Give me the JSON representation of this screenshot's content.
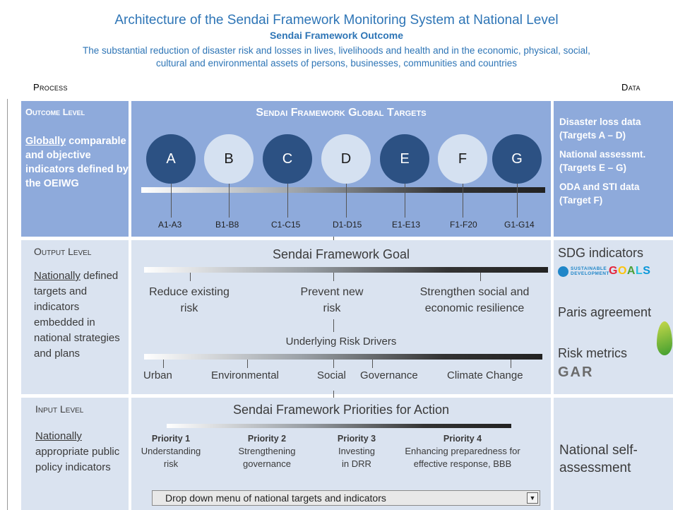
{
  "header": {
    "title": "Architecture of the Sendai Framework Monitoring System at National Level",
    "subtitle": "Sendai Framework Outcome",
    "outcome_line1": "The substantial reduction of disaster risk and losses in lives, livelihoods and health and in the economic, physical, social,",
    "outcome_line2": "cultural and environmental assets of persons, businesses, communities and countries",
    "process_label": "Process",
    "data_label": "Data"
  },
  "outcome": {
    "level_title": "Outcome Level",
    "desc_underlined": "Globally",
    "desc_rest": "comparable and objective indicators defined by the OEIWG",
    "center_title": "Sendai Framework Global Targets",
    "targets": [
      {
        "letter": "A",
        "range": "A1-A3",
        "style": "navy"
      },
      {
        "letter": "B",
        "range": "B1-B8",
        "style": "pale"
      },
      {
        "letter": "C",
        "range": "C1-C15",
        "style": "navy"
      },
      {
        "letter": "D",
        "range": "D1-D15",
        "style": "pale"
      },
      {
        "letter": "E",
        "range": "E1-E13",
        "style": "navy"
      },
      {
        "letter": "F",
        "range": "F1-F20",
        "style": "pale"
      },
      {
        "letter": "G",
        "range": "G1-G14",
        "style": "navy"
      }
    ],
    "data_items": [
      "Disaster loss data (Targets A – D)",
      "National assessmt. (Targets E – G)",
      "ODA and STI data (Target F)"
    ]
  },
  "output": {
    "level_title": "Output Level",
    "desc_underlined": "Nationally",
    "desc_rest": " defined targets and indicators embedded in national strategies and plans",
    "center_title": "Sendai Framework Goal",
    "goals": [
      "Reduce existing risk",
      "Prevent new risk",
      "Strengthen social and economic resilience"
    ],
    "drivers_title": "Underlying Risk Drivers",
    "drivers": [
      "Urban",
      "Environmental",
      "Social",
      "Governance",
      "Climate Change"
    ],
    "data_items": [
      "SDG indicators",
      "Paris agreement",
      "Risk metrics"
    ],
    "sdg_logo_text": "SUSTAINABLE DEVELOPMENT GOALS",
    "gar_logo_text": "GAR"
  },
  "input": {
    "level_title": "Input Level",
    "desc_underlined": "Nationally",
    "desc_rest": "appropriate public policy indicators",
    "center_title": "Sendai Framework Priorities for Action",
    "priorities": [
      {
        "title": "Priority 1",
        "text": "Understanding risk"
      },
      {
        "title": "Priority 2",
        "text": "Strengthening governance"
      },
      {
        "title": "Priority 3",
        "text": "Investing in DRR"
      },
      {
        "title": "Priority 4",
        "text": "Enhancing preparedness for effective response, BBB"
      }
    ],
    "data_item": "National self-assessment",
    "dropdown_label": "Drop down menu of national targets and indicators"
  },
  "colors": {
    "accent_blue": "#2e75b6",
    "dark_panel": "#8eaadb",
    "light_panel": "#dae3f0",
    "navy_circle": "#2c5183",
    "pale_circle": "#d5e1f1"
  }
}
